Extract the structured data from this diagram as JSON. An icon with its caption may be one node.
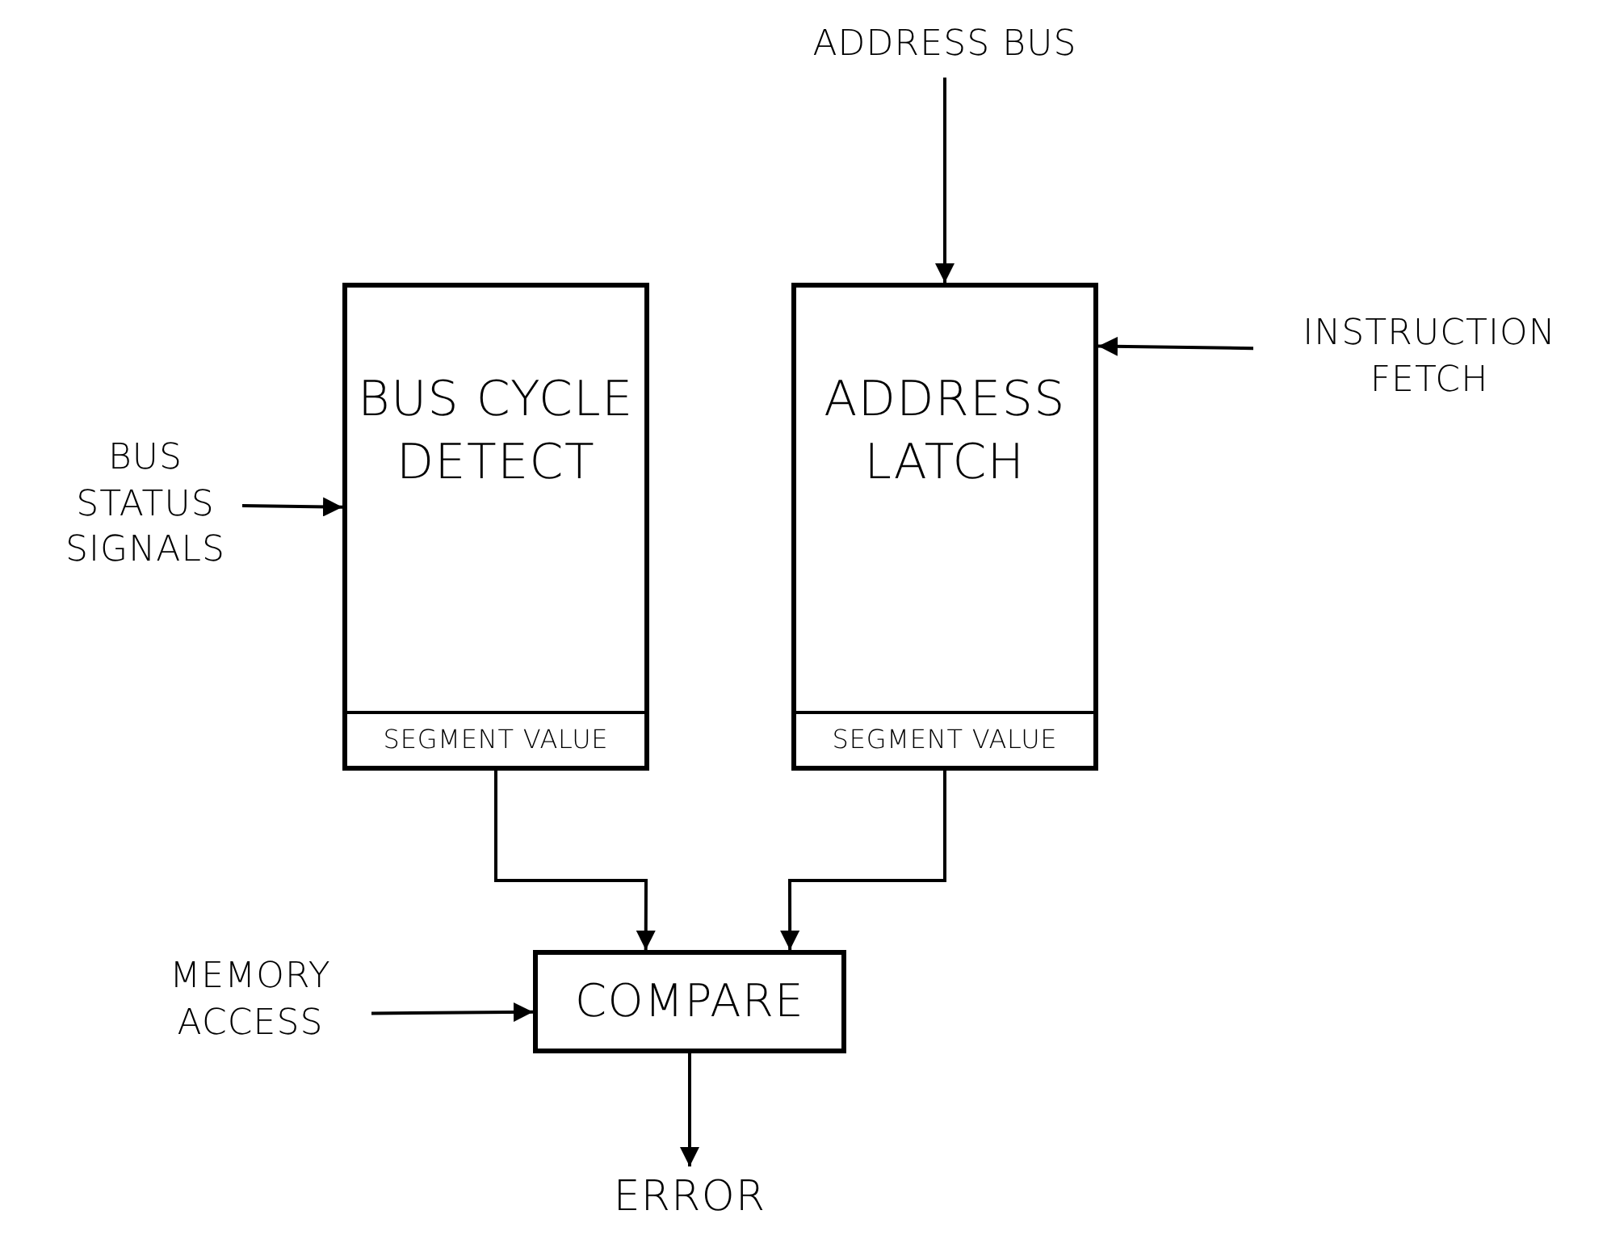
{
  "diagram": {
    "nodes": [
      {
        "text": [
          "ADDRESS BUS"
        ]
      },
      {
        "text": [
          "BUS CYCLE DETECT"
        ]
      },
      {
        "text": [
          "SEGMENT VALUE"
        ],
        "in": 1
      },
      {
        "text": [
          "ADDRESS LATCH"
        ]
      },
      {
        "text": [
          "SEGMENT VALUE"
        ],
        "in": 3
      },
      {
        "text": [
          "INSTRUCTION FETCH"
        ]
      },
      {
        "text": [
          "BUS STATUS SIGNALS"
        ]
      },
      {
        "text": [
          "COMPARE"
        ]
      },
      {
        "text": [
          "MEMORY ACCESS"
        ]
      },
      {
        "text": [
          "ERROR"
        ]
      }
    ],
    "edges": [
      {
        "from": 0,
        "to": 3,
        "arrow": "to"
      },
      {
        "from": 5,
        "to": 3,
        "arrow": "to"
      },
      {
        "from": 6,
        "to": 1,
        "arrow": "to"
      },
      {
        "from": 2,
        "to": 7,
        "arrow": "to"
      },
      {
        "from": 4,
        "to": 7,
        "arrow": "to"
      },
      {
        "from": 8,
        "to": 7,
        "arrow": "to"
      },
      {
        "from": 7,
        "to": 9,
        "arrow": "to"
      }
    ]
  }
}
